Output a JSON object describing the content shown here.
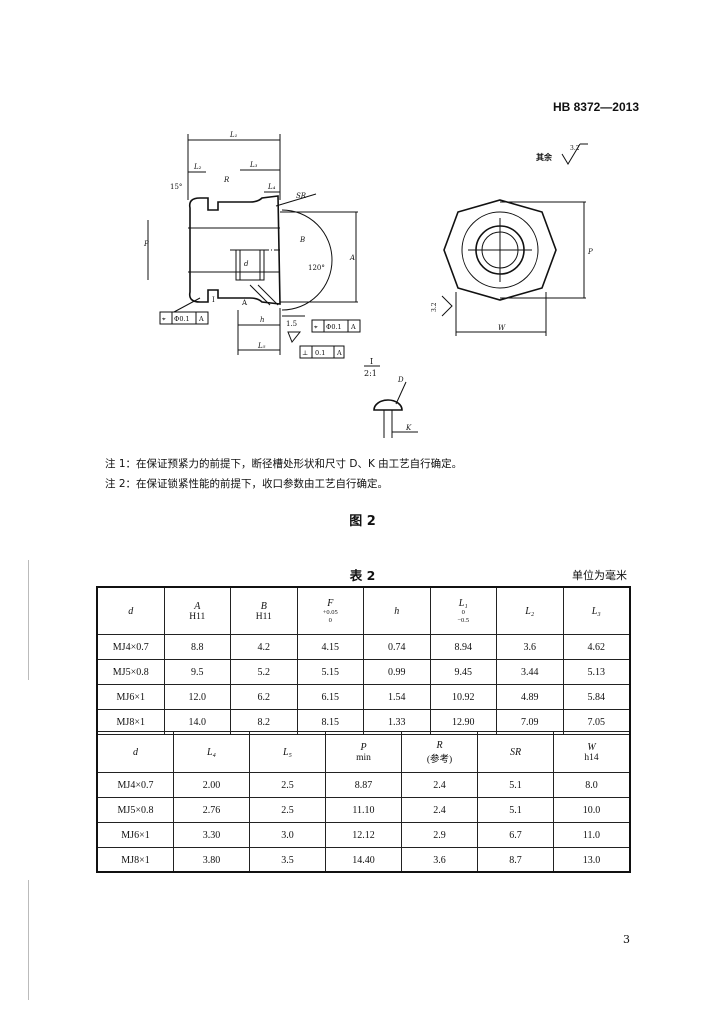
{
  "header": {
    "standard_code": "HB 8372—2013"
  },
  "drawing_labels": {
    "L1": "L₁",
    "L2": "L₂",
    "L3": "L₃",
    "L4": "L₄",
    "L5": "L₅",
    "R": "R",
    "SR": "SR",
    "angle15": "15°",
    "angle120": "120°",
    "P": "P",
    "A": "A",
    "B": "B",
    "d": "d",
    "h": "h",
    "W": "W",
    "I": "I",
    "A_datum": "A",
    "dim15": "1.5",
    "tol_phi": "Φ0.1",
    "tol_perp": "0.1",
    "tol_ref": "A",
    "roughness_rest": "其余",
    "roughness_val": "3.2",
    "roughness_val2": "3.2",
    "detail_title": "I",
    "detail_scale": "2:1",
    "D": "D",
    "K": "K"
  },
  "notes": {
    "note1": "注 1：在保证预紧力的前提下，断径槽处形状和尺寸 D、K 由工艺自行确定。",
    "note2": "注 2：在保证锁紧性能的前提下，收口参数由工艺自行确定。"
  },
  "figure_caption": "图 2",
  "table_caption": "表 2",
  "unit_text": "单位为毫米",
  "table1": {
    "headers": [
      {
        "sym": "d",
        "sub": ""
      },
      {
        "sym": "A",
        "sub": "H11"
      },
      {
        "sym": "B",
        "sub": "H11"
      },
      {
        "sym": "F",
        "tol_up": "+0.05",
        "tol_lo": "0"
      },
      {
        "sym": "h",
        "sub": ""
      },
      {
        "sym": "L₁",
        "tol_up": "0",
        "tol_lo": "−0.5"
      },
      {
        "sym": "L₂",
        "sub": ""
      },
      {
        "sym": "L₃",
        "sub": ""
      }
    ],
    "rows": [
      [
        "MJ4×0.7",
        "8.8",
        "4.2",
        "4.15",
        "0.74",
        "8.94",
        "3.6",
        "4.62"
      ],
      [
        "MJ5×0.8",
        "9.5",
        "5.2",
        "5.15",
        "0.99",
        "9.45",
        "3.44",
        "5.13"
      ],
      [
        "MJ6×1",
        "12.0",
        "6.2",
        "6.15",
        "1.54",
        "10.92",
        "4.89",
        "5.84"
      ],
      [
        "MJ8×1",
        "14.0",
        "8.2",
        "8.15",
        "1.33",
        "12.90",
        "7.09",
        "7.05"
      ]
    ]
  },
  "table2": {
    "headers": [
      {
        "sym": "d",
        "sub": ""
      },
      {
        "sym": "L₄",
        "sub": ""
      },
      {
        "sym": "L₅",
        "sub": ""
      },
      {
        "sym": "P",
        "sub": "min"
      },
      {
        "sym": "R",
        "sub": "(参考)"
      },
      {
        "sym": "SR",
        "sub": ""
      },
      {
        "sym": "W",
        "sub": "h14"
      }
    ],
    "rows": [
      [
        "MJ4×0.7",
        "2.00",
        "2.5",
        "8.87",
        "2.4",
        "5.1",
        "8.0"
      ],
      [
        "MJ5×0.8",
        "2.76",
        "2.5",
        "11.10",
        "2.4",
        "5.1",
        "10.0"
      ],
      [
        "MJ6×1",
        "3.30",
        "3.0",
        "12.12",
        "2.9",
        "6.7",
        "11.0"
      ],
      [
        "MJ8×1",
        "3.80",
        "3.5",
        "14.40",
        "3.6",
        "8.7",
        "13.0"
      ]
    ]
  },
  "page_number": "3"
}
